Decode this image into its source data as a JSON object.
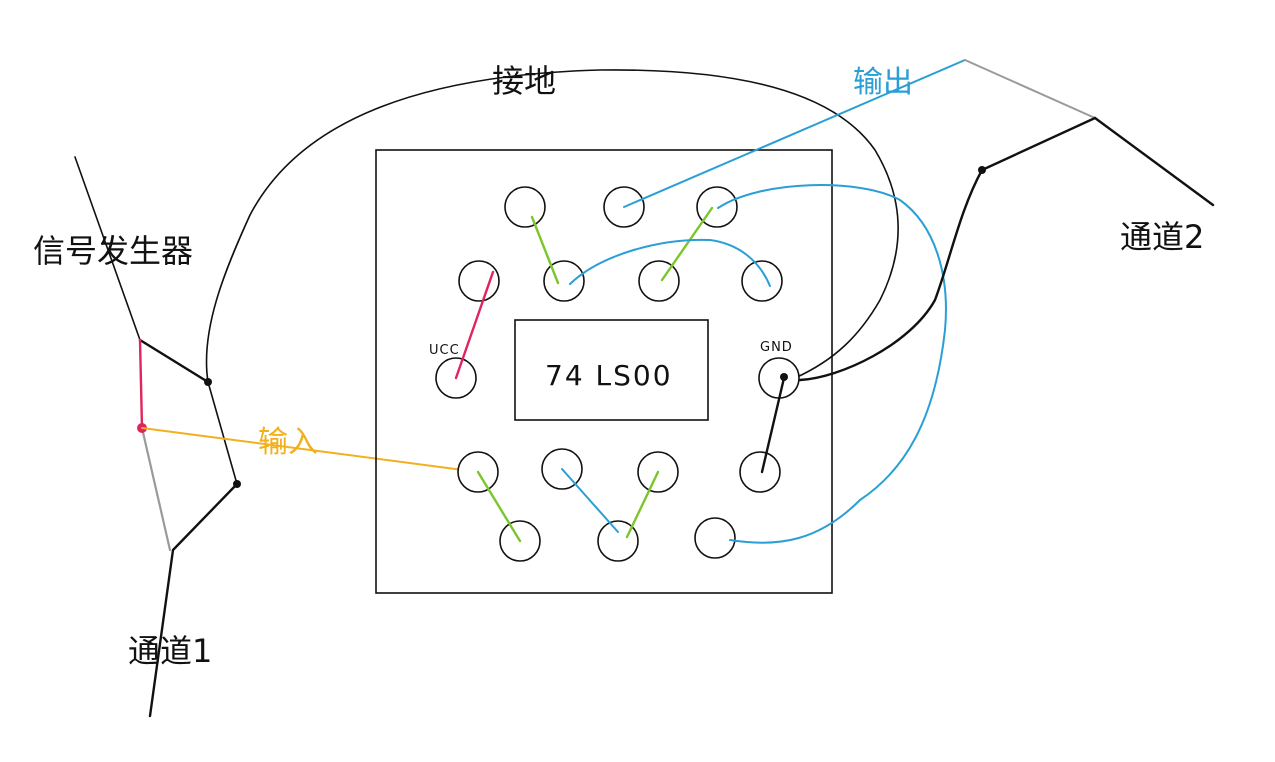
{
  "labels": {
    "ground": "接地",
    "output": "输出",
    "input": "输入",
    "signal_generator": "信号发生器",
    "channel1": "通道1",
    "channel2": "通道2",
    "chip": "74 LS00",
    "vcc": "UCC",
    "gnd": "GND"
  },
  "colors": {
    "black_wire": "#111111",
    "blue_wire": "#2a9fd6",
    "green_jumper": "#7cc52a",
    "pink_wire": "#e0245e",
    "yellow_wire": "#f2b01e",
    "grey_wire": "#9a9a9a",
    "output_text": "#2a9fd6",
    "input_text": "#f2b01e"
  }
}
